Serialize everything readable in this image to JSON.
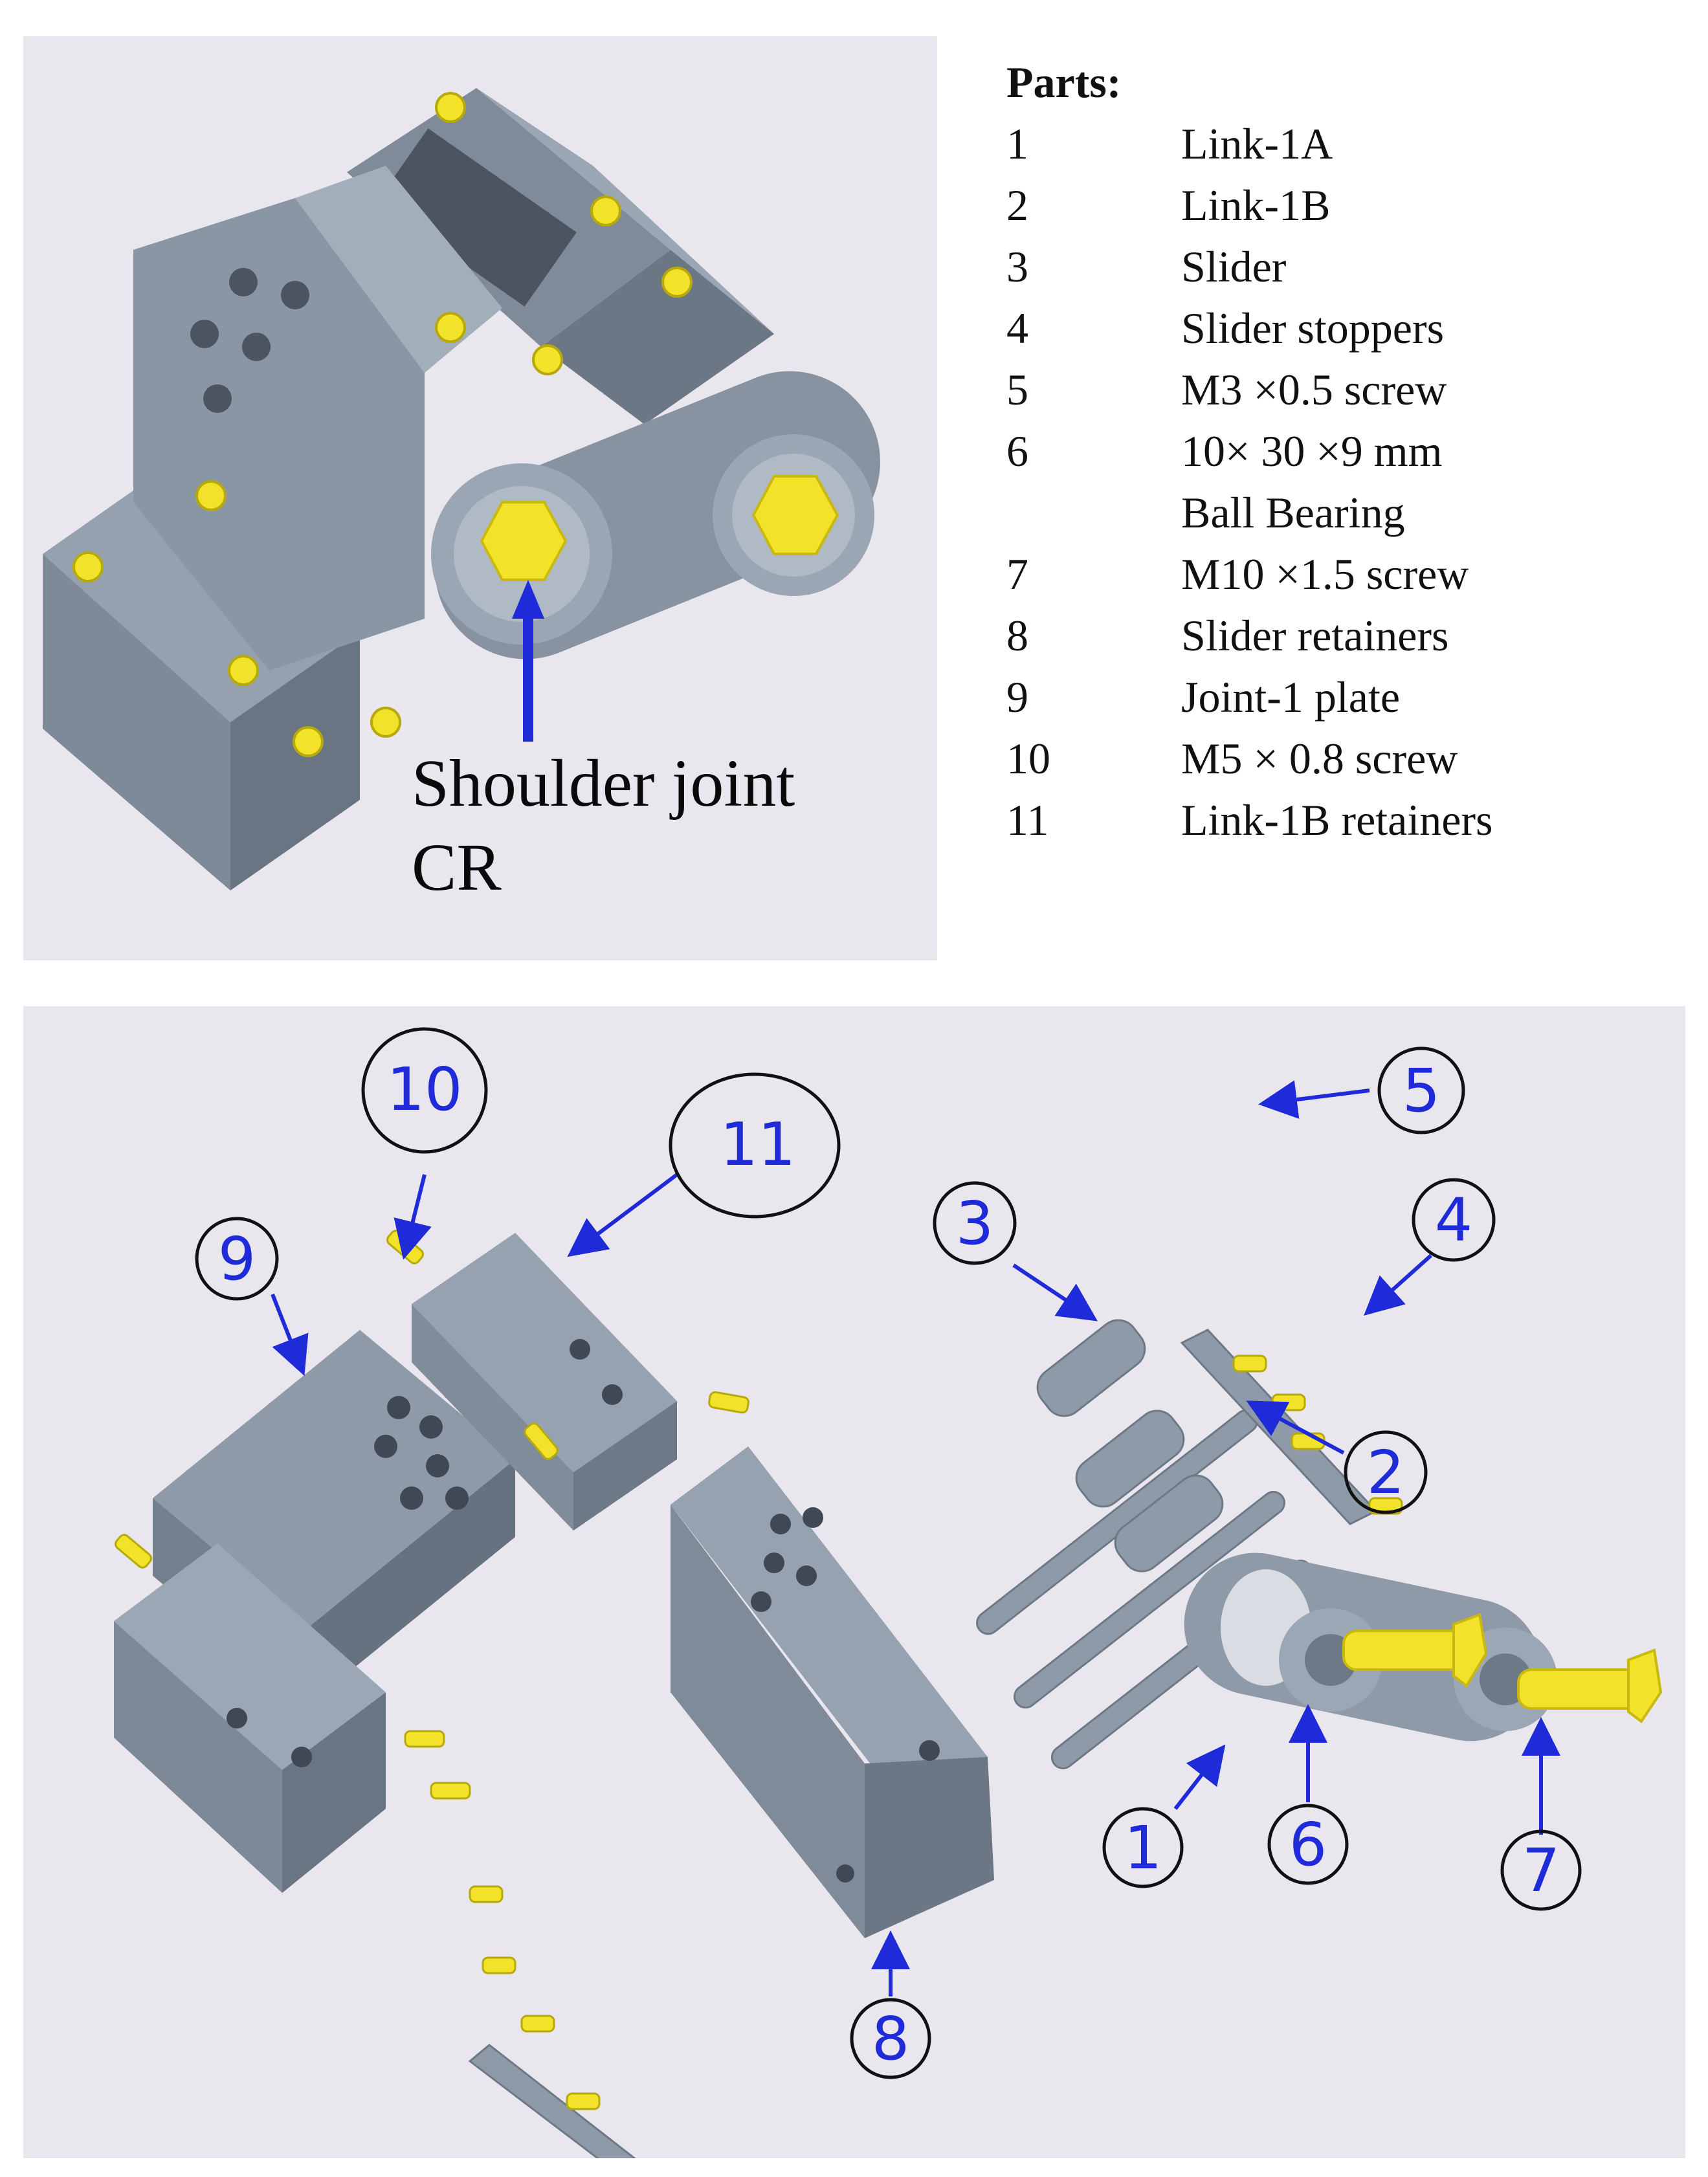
{
  "parts_title": "Parts:",
  "parts": [
    {
      "num": "1",
      "name": "Link-1A"
    },
    {
      "num": "2",
      "name": "Link-1B"
    },
    {
      "num": "3",
      "name": "Slider"
    },
    {
      "num": "4",
      "name": "Slider stoppers"
    },
    {
      "num": "5",
      "name": "M3 ×0.5 screw"
    },
    {
      "num": "6",
      "name": "10× 30 ×9 mm"
    },
    {
      "num": "",
      "name": "Ball Bearing"
    },
    {
      "num": "7",
      "name": " M10 ×1.5 screw"
    },
    {
      "num": "8",
      "name": "Slider retainers"
    },
    {
      "num": "9",
      "name": "Joint-1 plate"
    },
    {
      "num": "10",
      "name": " M5 × 0.8 screw"
    },
    {
      "num": "11",
      "name": "Link-1B retainers"
    }
  ],
  "caption": {
    "line1": "Shoulder joint",
    "line2": "CR"
  },
  "callouts": [
    "1",
    "2",
    "3",
    "4",
    "5",
    "6",
    "7",
    "8",
    "9",
    "10",
    "11"
  ],
  "colors": {
    "panel": "#e9e6ee",
    "part": "#8e9aa7",
    "screw": "#f2e32a",
    "callout": "#1f2ad9",
    "arrow": "#1f2ad9"
  }
}
